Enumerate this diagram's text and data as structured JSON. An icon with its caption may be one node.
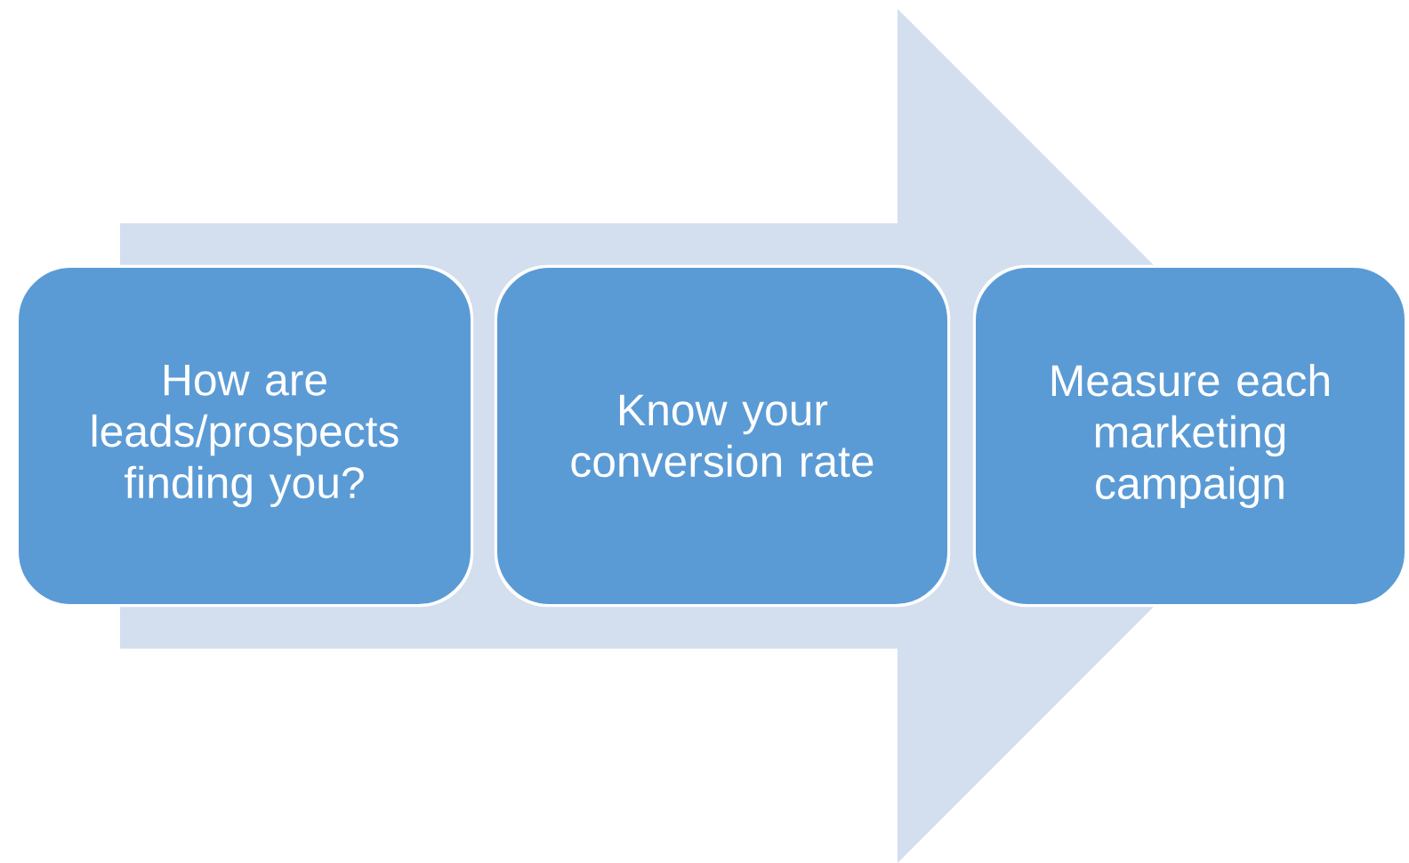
{
  "diagram": {
    "nodes": [
      {
        "text": [
          "How are leads/prospects finding you?"
        ]
      },
      {
        "text": [
          "Know your conversion rate"
        ]
      },
      {
        "text": [
          "Measure each marketing campaign"
        ]
      }
    ],
    "edges": [
      {
        "from": 0,
        "to": 2,
        "arrow": "to",
        "style": "thick"
      }
    ]
  }
}
